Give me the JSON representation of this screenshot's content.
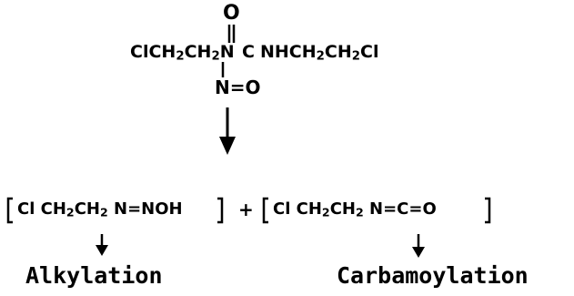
{
  "mechanism": {
    "parent": {
      "carbonyl_oxygen": "O",
      "left_chain": [
        "ClCH",
        "2",
        "CH",
        "2",
        "N"
      ],
      "center_carbon": "C",
      "right_chain": [
        "NHCH",
        "2",
        "CH",
        "2",
        "Cl"
      ],
      "nitroso_group": "N=O"
    },
    "products": {
      "left_fragment": [
        "Cl CH",
        "2",
        "CH",
        "2",
        " N=NOH"
      ],
      "plus": "+",
      "right_fragment": [
        "Cl CH",
        "2",
        "CH",
        "2",
        " N=C=O"
      ]
    },
    "outcomes": {
      "left": "Alkylation",
      "right": "Carbamoylation"
    }
  }
}
